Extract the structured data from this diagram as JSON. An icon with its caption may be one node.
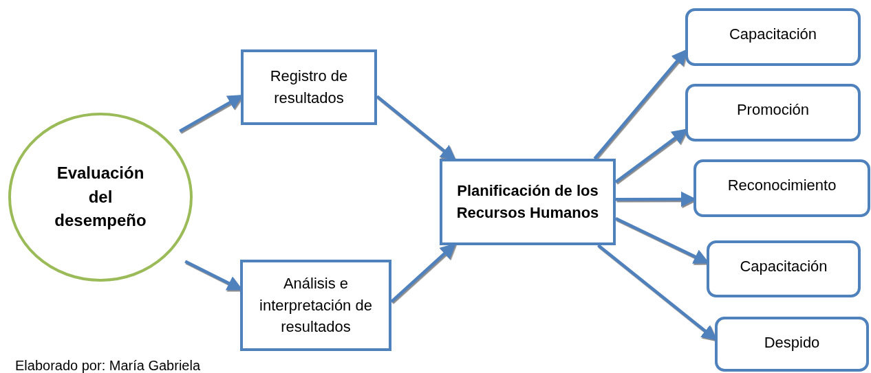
{
  "diagram": {
    "nodes": [
      {
        "text": [
          "Evaluación del desempeño"
        ]
      },
      {
        "text": [
          "Registro de resultados"
        ]
      },
      {
        "text": [
          "Análisis e interpretación de resultados"
        ]
      },
      {
        "text": [
          "Planificación de los Recursos Humanos"
        ]
      },
      {
        "text": [
          "Capacitación"
        ]
      },
      {
        "text": [
          "Promoción"
        ]
      },
      {
        "text": [
          "Reconocimiento"
        ]
      },
      {
        "text": [
          "Capacitación"
        ]
      },
      {
        "text": [
          "Despido"
        ]
      }
    ],
    "edges": [
      {
        "from": 0,
        "to": 1,
        "arrow": "to"
      },
      {
        "from": 0,
        "to": 2,
        "arrow": "to"
      },
      {
        "from": 1,
        "to": 3,
        "arrow": "to"
      },
      {
        "from": 2,
        "to": 3,
        "arrow": "to"
      },
      {
        "from": 3,
        "to": 4,
        "arrow": "to"
      },
      {
        "from": 3,
        "to": 5,
        "arrow": "to"
      },
      {
        "from": 3,
        "to": 6,
        "arrow": "to"
      },
      {
        "from": 3,
        "to": 7,
        "arrow": "to"
      },
      {
        "from": 3,
        "to": 8,
        "arrow": "to"
      }
    ],
    "labels": [
      "Elaborado por: María Gabriela"
    ]
  }
}
